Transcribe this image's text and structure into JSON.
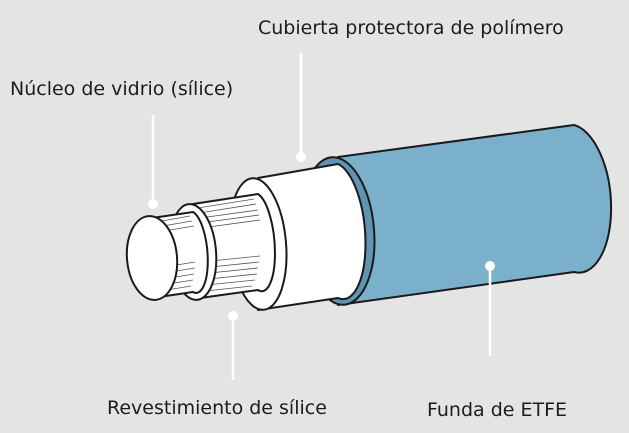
{
  "labels": {
    "cubierta": "Cubierta protectora de polímero",
    "nucleo": "Núcleo de vidrio (sílice)",
    "revestimiento": "Revestimiento de sílice",
    "funda": "Funda de ETFE"
  },
  "colors": {
    "background": "#e4e4e4",
    "outline": "#1a1a1a",
    "jacket": "#7ab0cc",
    "jacket_band": "#5f94b2",
    "inner_layers": "#ffffff",
    "leader_lines": "#ffffff"
  }
}
